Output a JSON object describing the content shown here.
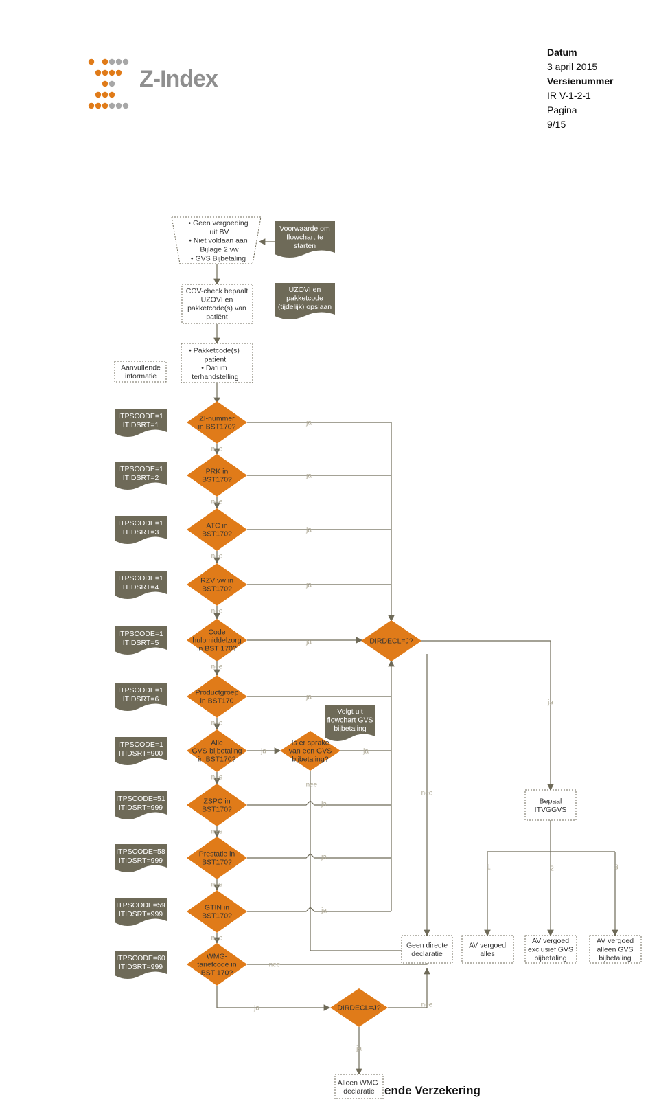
{
  "header": {
    "logo_text": "Z-Index",
    "datum_label": "Datum",
    "datum_value": "3 april 2015",
    "version_label": "Versienummer",
    "version_value": "IR V-1-2-1",
    "page_label": "Pagina",
    "page_value": "9/15"
  },
  "colors": {
    "orange": "#e07b19",
    "olive": "#6e6a58",
    "line": "#6e6a58",
    "box_border": "#6e6a58",
    "edge_label": "#b0ab98"
  },
  "start": {
    "condition_items": [
      "Geen vergoeding uit BV",
      "Niet voldaan aan Bijlage 2 vw",
      "GVS Bijbetaling"
    ],
    "condition_lines": [
      "• Geen vergoeding",
      "  uit BV",
      "• Niet voldaan aan",
      "  Bijlage 2 vw",
      "• GVS Bijbetaling"
    ],
    "note_start": [
      "Voorwaarde om",
      "flowchart te",
      "starten"
    ],
    "cov_check": [
      "COV-check bepaalt",
      "UZOVI en",
      "pakketcode(s) van",
      "patiënt"
    ],
    "note_store": [
      "UZOVI en",
      "pakketcode",
      "(tijdelijk) opslaan"
    ],
    "input_lines": [
      "• Pakketcode(s)",
      "  patient",
      "• Datum",
      "  terhandstelling"
    ],
    "extra_info": [
      "Aanvullende",
      "informatie"
    ]
  },
  "decisions": [
    {
      "lines": [
        "ZI-nummer",
        "in BST170?"
      ],
      "tag": [
        "ITPSCODE=1",
        "ITIDSRT=1"
      ]
    },
    {
      "lines": [
        "PRK in",
        "BST170?"
      ],
      "tag": [
        "ITPSCODE=1",
        "ITIDSRT=2"
      ]
    },
    {
      "lines": [
        "ATC in",
        "BST170?"
      ],
      "tag": [
        "ITPSCODE=1",
        "ITIDSRT=3"
      ]
    },
    {
      "lines": [
        "RZV vw in",
        "BST170?"
      ],
      "tag": [
        "ITPSCODE=1",
        "ITIDSRT=4"
      ]
    },
    {
      "lines": [
        "Code",
        "hulpmiddelzorg",
        "in BST 170?"
      ],
      "tag": [
        "ITPSCODE=1",
        "ITIDSRT=5"
      ]
    },
    {
      "lines": [
        "Productgroep",
        "in BST170"
      ],
      "tag": [
        "ITPSCODE=1",
        "ITIDSRT=6"
      ]
    },
    {
      "lines": [
        "Alle",
        "GVS-bijbetaling",
        "in BST170?"
      ],
      "tag": [
        "ITPSCODE=1",
        "ITIDSRT=900"
      ]
    },
    {
      "lines": [
        "ZSPC in",
        "BST170?"
      ],
      "tag": [
        "ITPSCODE=51",
        "ITIDSRT=999"
      ]
    },
    {
      "lines": [
        "Prestatie in",
        "BST170?"
      ],
      "tag": [
        "ITPSCODE=58",
        "ITIDSRT=999"
      ]
    },
    {
      "lines": [
        "GTIN in",
        "BST170?"
      ],
      "tag": [
        "ITPSCODE=59",
        "ITIDSRT=999"
      ]
    },
    {
      "lines": [
        "WMG-",
        "tariefcode in",
        "BST 170?"
      ],
      "tag": [
        "ITPSCODE=60",
        "ITIDSRT=999"
      ]
    }
  ],
  "gvs_decision": [
    "Is er sprake",
    "van een GVS",
    "bijbetaling?"
  ],
  "gvs_note": [
    "Volgt uit",
    "flowchart GVS",
    "bijbetaling"
  ],
  "dirdecl_j": "DIRDECL=J?",
  "dirdecl_j2": "DIRDECL=J?",
  "itvggvs": [
    "Bepaal",
    "ITVGGVS"
  ],
  "outcomes": {
    "geen_directe": [
      "Geen directe",
      "declaratie"
    ],
    "av_alles": [
      "AV vergoed",
      "alles"
    ],
    "av_excl": [
      "AV vergoed",
      "exclusief GVS",
      "bijbetaling"
    ],
    "av_alleen": [
      "AV vergoed",
      "alleen GVS",
      "bijbetaling"
    ],
    "alleen_wmg": [
      "Alleen WMG-",
      "declaratie"
    ]
  },
  "labels": {
    "ja": "ja",
    "nee": "nee",
    "one": "1",
    "two": "2",
    "three": "3"
  },
  "footer_text": "ende Verzekering"
}
